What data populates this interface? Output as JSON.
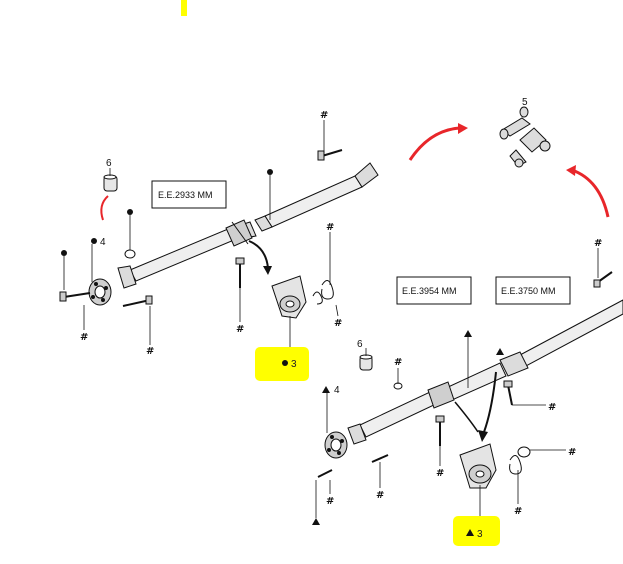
{
  "colors": {
    "highlight": "#ffff00",
    "arrow_red": "#e8262a",
    "line": "#111111",
    "part_fill": "#dcdcdc"
  },
  "labels": {
    "ee_upper": "E.E.2933 MM",
    "ee_mid": "E.E.3954 MM",
    "ee_right": "E.E.3750 MM"
  },
  "parts": {
    "p6": "6",
    "p4": "4",
    "p3": "3",
    "p5": "5",
    "hash": "#"
  }
}
